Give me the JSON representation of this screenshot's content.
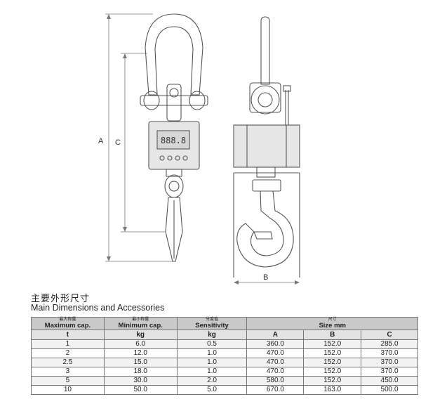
{
  "drawing": {
    "labels": {
      "a": "A",
      "b": "B",
      "c": "C"
    },
    "display_digits": "888.8"
  },
  "heading": {
    "title_cn": "主要外形尺寸",
    "title_en": "Main Dimensions and Accessories"
  },
  "table": {
    "headers": [
      {
        "cn": "最大称量",
        "en": "Maximum cap."
      },
      {
        "cn": "最小称量",
        "en": "Minimum cap."
      },
      {
        "cn": "分度值",
        "en": "Sensitivity"
      },
      {
        "cn": "尺寸",
        "en": "Size mm"
      }
    ],
    "units": [
      "t",
      "kg",
      "kg",
      "A",
      "B",
      "C"
    ],
    "rows": [
      [
        "1",
        "6.0",
        "0.5",
        "360.0",
        "152.0",
        "285.0"
      ],
      [
        "2",
        "12.0",
        "1.0",
        "470.0",
        "152.0",
        "370.0"
      ],
      [
        "2.5",
        "15.0",
        "1.0",
        "470.0",
        "152.0",
        "370.0"
      ],
      [
        "3",
        "18.0",
        "1.0",
        "470.0",
        "152.0",
        "370.0"
      ],
      [
        "5",
        "30.0",
        "2.0",
        "580.0",
        "152.0",
        "450.0"
      ],
      [
        "10",
        "50.0",
        "5.0",
        "670.0",
        "163.0",
        "500.0"
      ]
    ]
  }
}
